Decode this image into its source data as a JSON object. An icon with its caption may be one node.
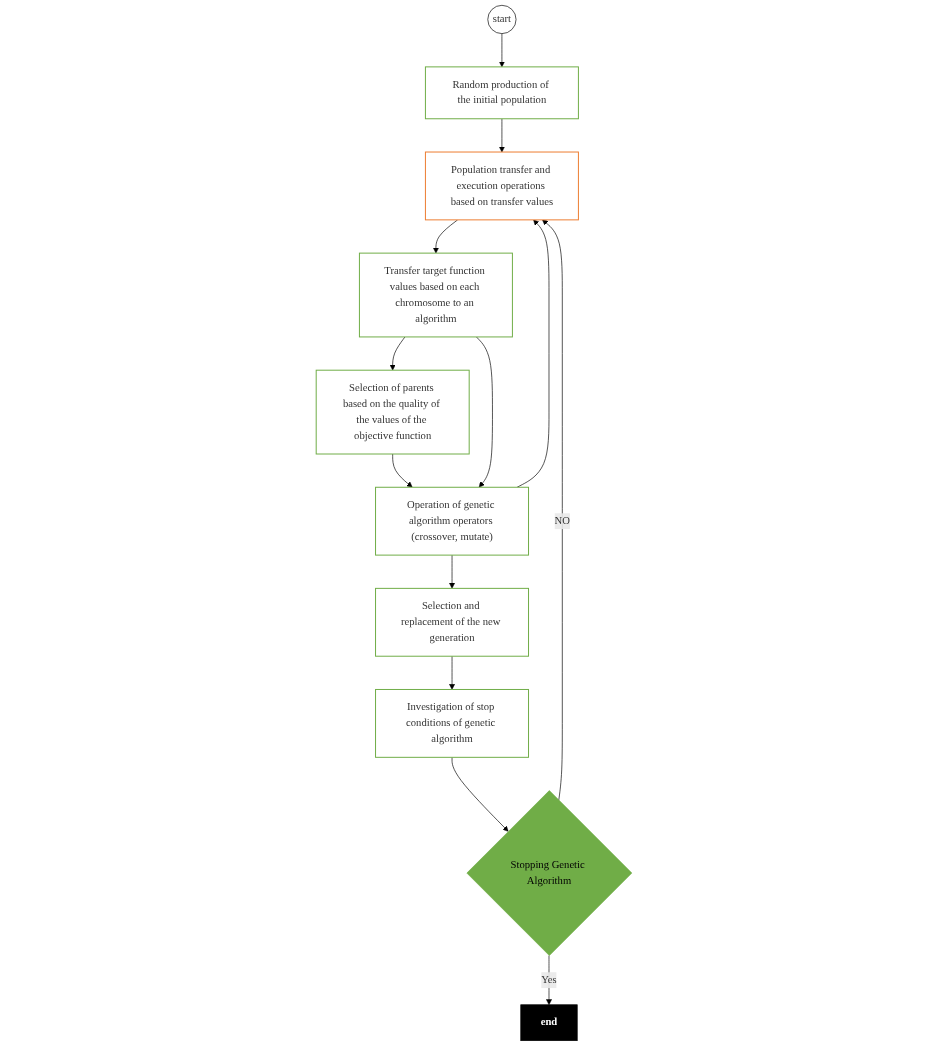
{
  "diagram": {
    "nodes": [
      {
        "text": [
          "start"
        ]
      },
      {
        "text": [
          "Random production of the initial population"
        ]
      },
      {
        "text": [
          "Population transfer and execution operations based on transfer values"
        ]
      },
      {
        "text": [
          "Transfer target function values based on each chromosome to an algorithm"
        ]
      },
      {
        "text": [
          "Selection of parents based on the quality of the values of the objective function"
        ]
      },
      {
        "text": [
          "Operation of genetic algorithm operators (crossover, mutate)"
        ]
      },
      {
        "text": [
          "Selection and replacement of the new generation"
        ]
      },
      {
        "text": [
          "Investigation of stop conditions of genetic algorithm"
        ]
      },
      {
        "text": [
          "Stopping Genetic Algorithm"
        ]
      },
      {
        "text": [
          "end"
        ]
      }
    ],
    "edges": [
      {
        "from": 0,
        "to": 1,
        "arrow": "to"
      },
      {
        "from": 1,
        "to": 2,
        "arrow": "to"
      },
      {
        "from": 2,
        "to": 3,
        "arrow": "to"
      },
      {
        "from": 3,
        "to": 4,
        "arrow": "to"
      },
      {
        "from": 4,
        "to": 5,
        "arrow": "to"
      },
      {
        "from": 3,
        "to": 5,
        "arrow": "to"
      },
      {
        "from": 5,
        "to": 2,
        "arrow": "to"
      },
      {
        "from": 5,
        "to": 6,
        "arrow": "to"
      },
      {
        "from": 6,
        "to": 7,
        "arrow": "to"
      },
      {
        "from": 7,
        "to": 8,
        "arrow": "to"
      },
      {
        "from": 8,
        "to": 2,
        "arrow": "to",
        "label": "NO"
      },
      {
        "from": 8,
        "to": 9,
        "arrow": "to",
        "label": "Yes"
      }
    ]
  }
}
